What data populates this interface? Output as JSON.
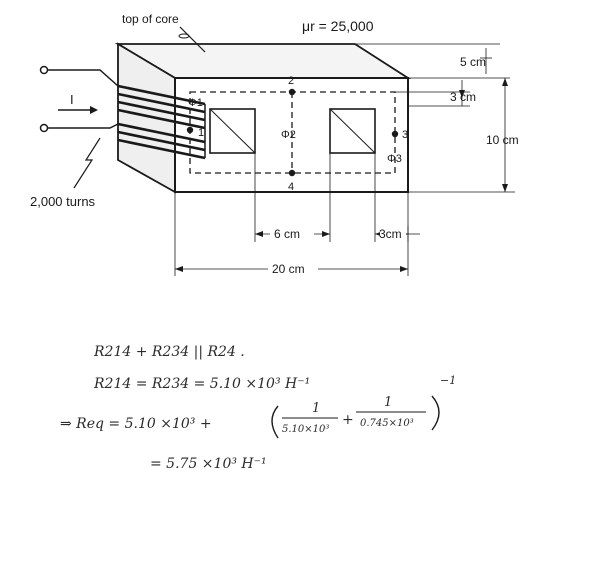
{
  "figure": {
    "top_label": "top of core",
    "mu_label": "μr = 25,000",
    "current_label": "I",
    "turns_label": "2,000 turns",
    "dim_5cm": "5 cm",
    "dim_3cm": "3 cm",
    "dim_10cm": "10 cm",
    "dim_6cm": "6 cm",
    "dim_3cm_right": "3cm",
    "dim_20cm": "20 cm",
    "node_1": "1",
    "node_2": "2",
    "node_3": "3",
    "node_4": "4",
    "phi_1": "Φ1",
    "phi_2": "Φ2",
    "phi_3": "Φ3"
  },
  "notes": {
    "line1": "R214 + R234 || R24 .",
    "line2": "R214 = R234 = 5.10 ×10³ H⁻¹",
    "line3_prefix": "⇒ Req = 5.10 ×10³ +",
    "frac1_num": "1",
    "frac1_den": "5.10×10³",
    "plus": "+",
    "frac2_num": "1",
    "frac2_den": "0.745×10³",
    "exp_minus1": "−1",
    "line4": "= 5.75 ×10³ H⁻¹"
  }
}
